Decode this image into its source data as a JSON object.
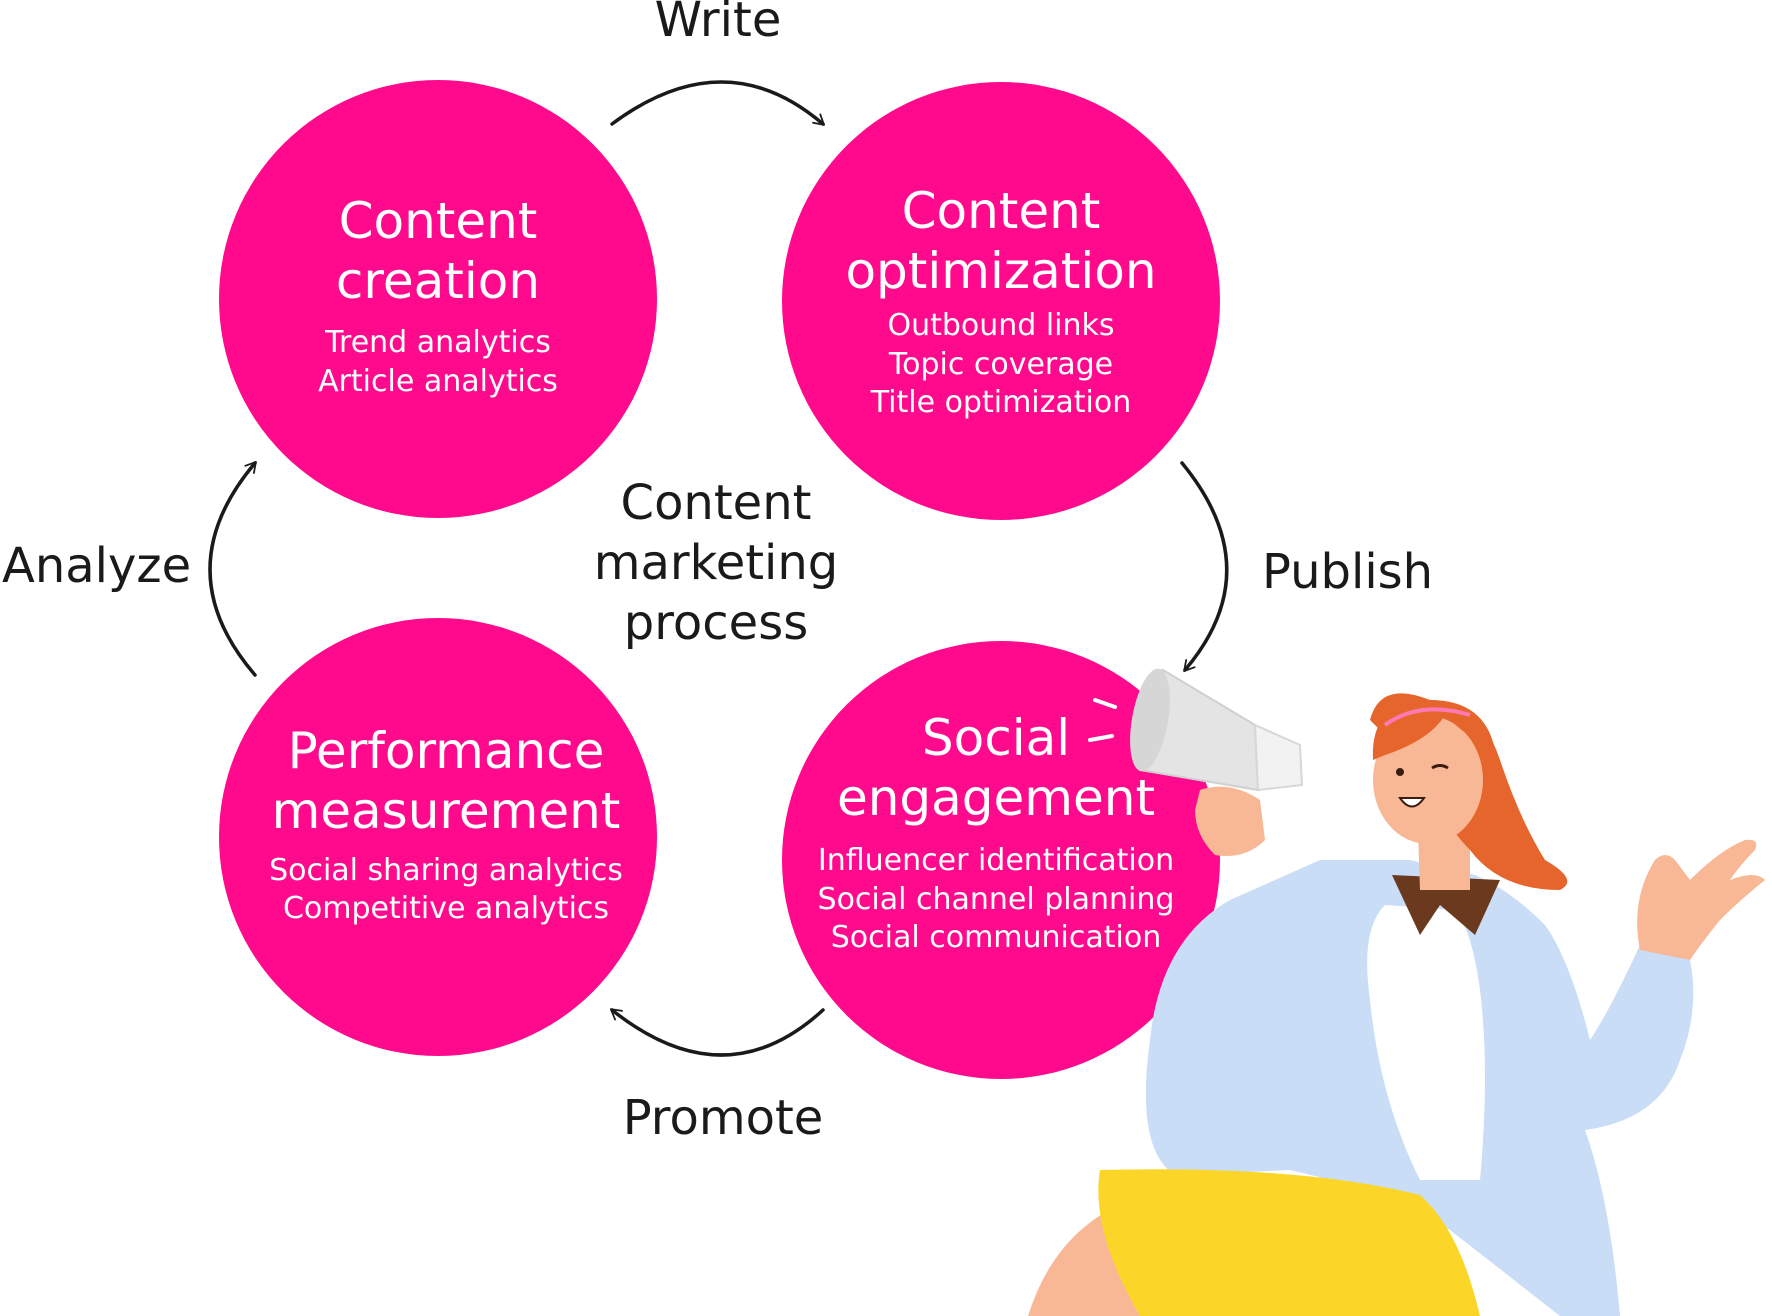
{
  "colors": {
    "circle": "#ff0a8c",
    "text_on_circle": "#ffffff",
    "label": "#1a1a1a",
    "jacket": "#c9ddf6",
    "hair": "#e5652c",
    "skirt": "#fbd628",
    "skin": "#f8b896"
  },
  "center_label": [
    "Content",
    "marketing",
    "process"
  ],
  "stages": [
    {
      "id": "creation",
      "title": [
        "Content",
        "creation"
      ],
      "items": [
        "Trend analytics",
        "Article analytics"
      ]
    },
    {
      "id": "optimization",
      "title": [
        "Content",
        "optimization"
      ],
      "items": [
        "Outbound links",
        "Topic coverage",
        "Title optimization"
      ]
    },
    {
      "id": "engagement",
      "title": [
        "Social",
        "engagement"
      ],
      "items": [
        "Influencer identification",
        "Social channel planning",
        "Social communication"
      ]
    },
    {
      "id": "measurement",
      "title": [
        "Performance",
        "measurement"
      ],
      "items": [
        "Social sharing analytics",
        "Competitive analytics"
      ]
    }
  ],
  "transitions": [
    "Write",
    "Publish",
    "Promote",
    "Analyze"
  ],
  "illustration": {
    "subject": "woman-with-megaphone",
    "icon": "megaphone-icon"
  }
}
